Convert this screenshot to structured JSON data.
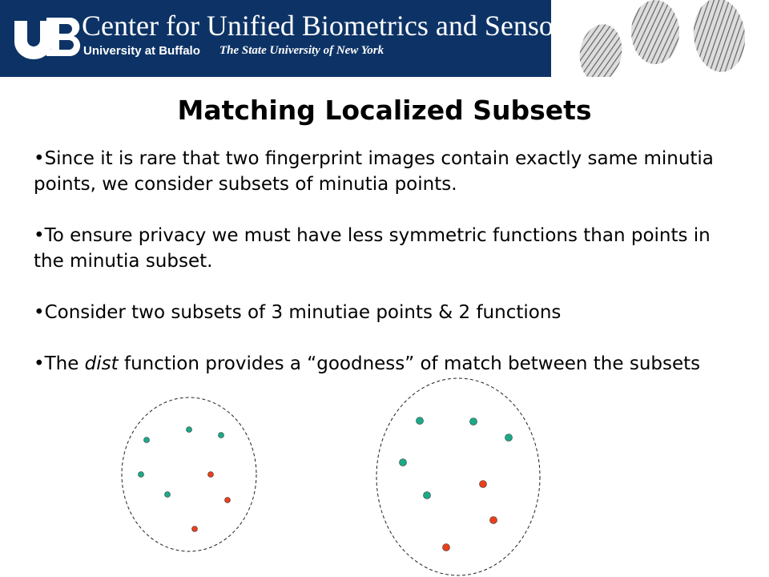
{
  "header": {
    "org_name": "Center for Unified Biometrics and Sensors",
    "university": "University at Buffalo",
    "suny": "The State University of New York",
    "logo_text": "UB",
    "banner_color": "#0d3366"
  },
  "slide": {
    "title": "Matching Localized Subsets",
    "bullets": [
      {
        "text": "•Since it is rare that two fingerprint images contain exactly same minutia points, we consider subsets of minutia points."
      },
      {
        "text": "•To ensure privacy we must have less symmetric functions than points in the minutia subset."
      },
      {
        "text": "•Consider two subsets of  3 minutiae points & 2 functions"
      },
      {
        "pre": "•The ",
        "em": "dist",
        "post": " function provides a “goodness” of match between the subsets"
      }
    ]
  },
  "diagram": {
    "colors": {
      "green": "#1aaa88",
      "red": "#e8401c"
    },
    "subsets": [
      {
        "green": 5,
        "red": 3
      },
      {
        "green": 5,
        "red": 3
      }
    ]
  }
}
